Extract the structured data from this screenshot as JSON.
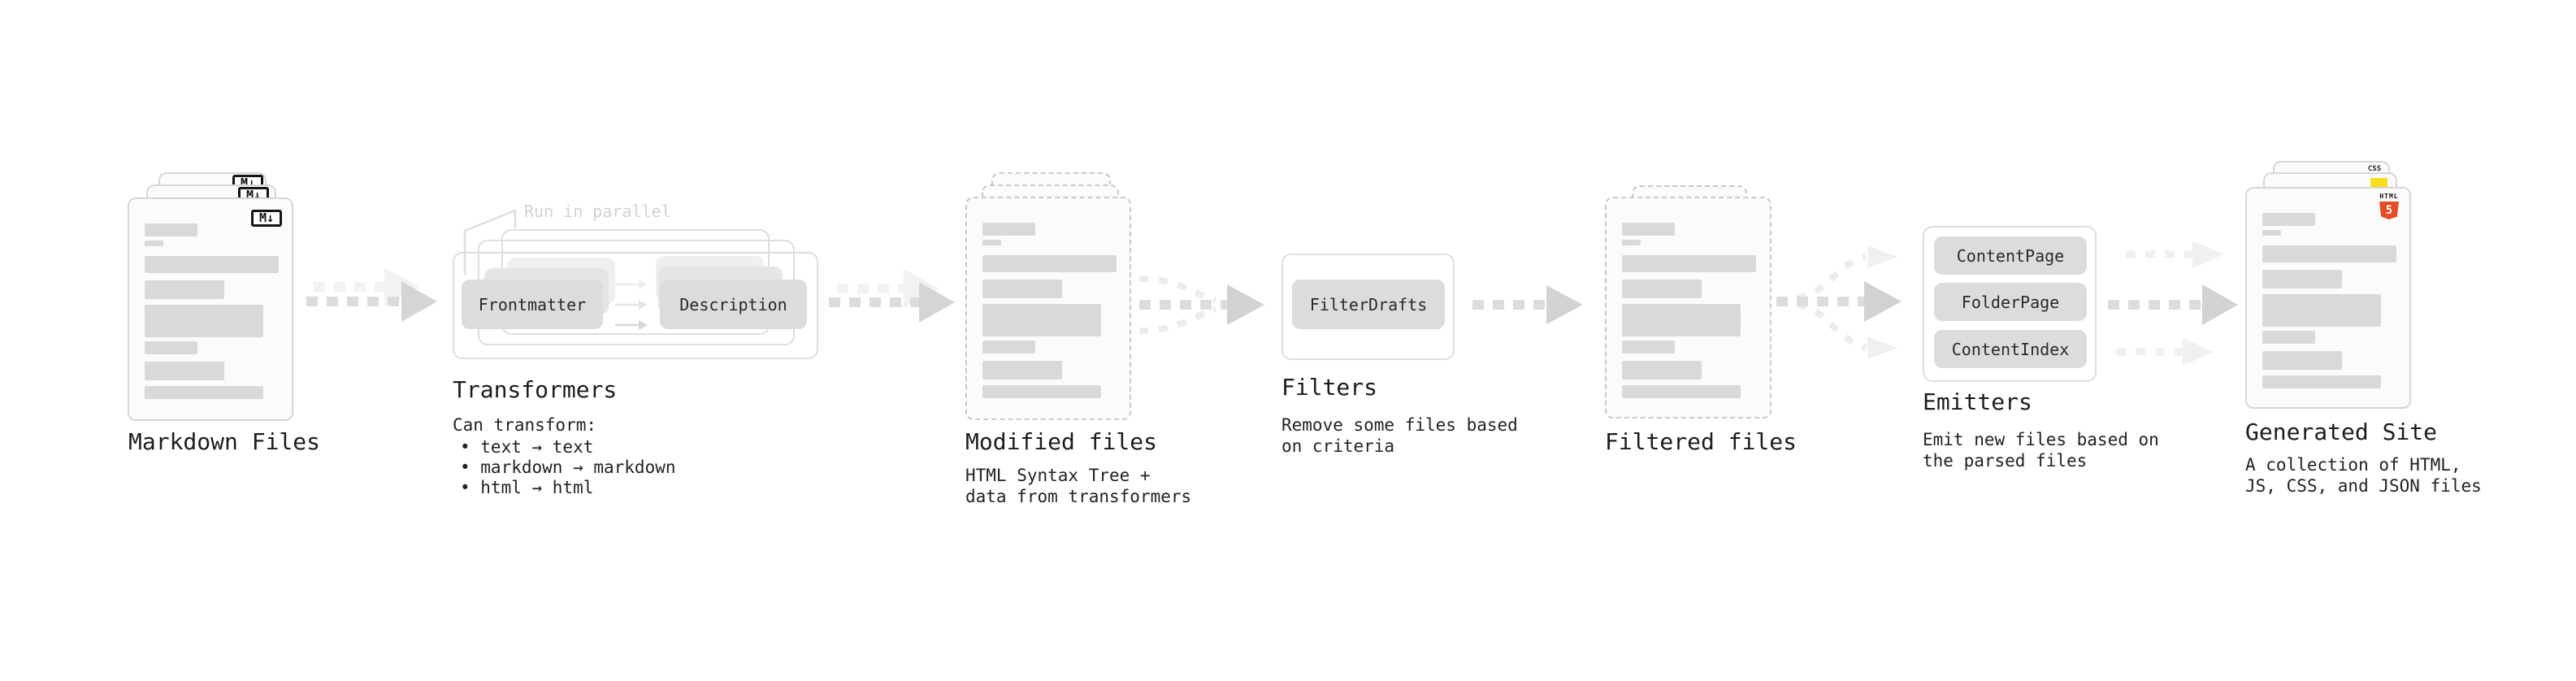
{
  "stages": {
    "markdown": {
      "label": "Markdown Files",
      "file_badge": "M↓"
    },
    "transformers": {
      "annotation": "Run in parallel",
      "box1": "Frontmatter",
      "box2": "Description",
      "label": "Transformers",
      "caption_title": "Can transform:",
      "bullet1": "• text → text",
      "bullet2": "• markdown → markdown",
      "bullet3": "• html → html"
    },
    "modified": {
      "label": "Modified files",
      "caption1": "HTML Syntax Tree +",
      "caption2": "data from transformers"
    },
    "filters": {
      "label": "Filters",
      "box1": "FilterDrafts",
      "caption1": "Remove some files based",
      "caption2": "on criteria"
    },
    "filtered": {
      "label": "Filtered files"
    },
    "emitters": {
      "label": "Emitters",
      "box1": "ContentPage",
      "box2": "FolderPage",
      "box3": "ContentIndex",
      "caption1": "Emit new files based on",
      "caption2": "the parsed files"
    },
    "generated": {
      "label": "Generated Site",
      "caption1": "A collection of HTML,",
      "caption2": "JS, CSS, and JSON files",
      "css_badge": "CSS",
      "html_badge": "HTML",
      "html_badge_number": "5"
    }
  },
  "colors": {
    "html5_orange": "#e44d26",
    "js_yellow": "#f7df1e",
    "css_blue": "#2965f1",
    "arrow_gray": "#d5d5d5",
    "arrow_light_gray": "#f0f0f0",
    "card_border": "#d6d6d6",
    "bar_gray": "#d9d9d9",
    "annotation_gray": "#d2d2d2"
  }
}
